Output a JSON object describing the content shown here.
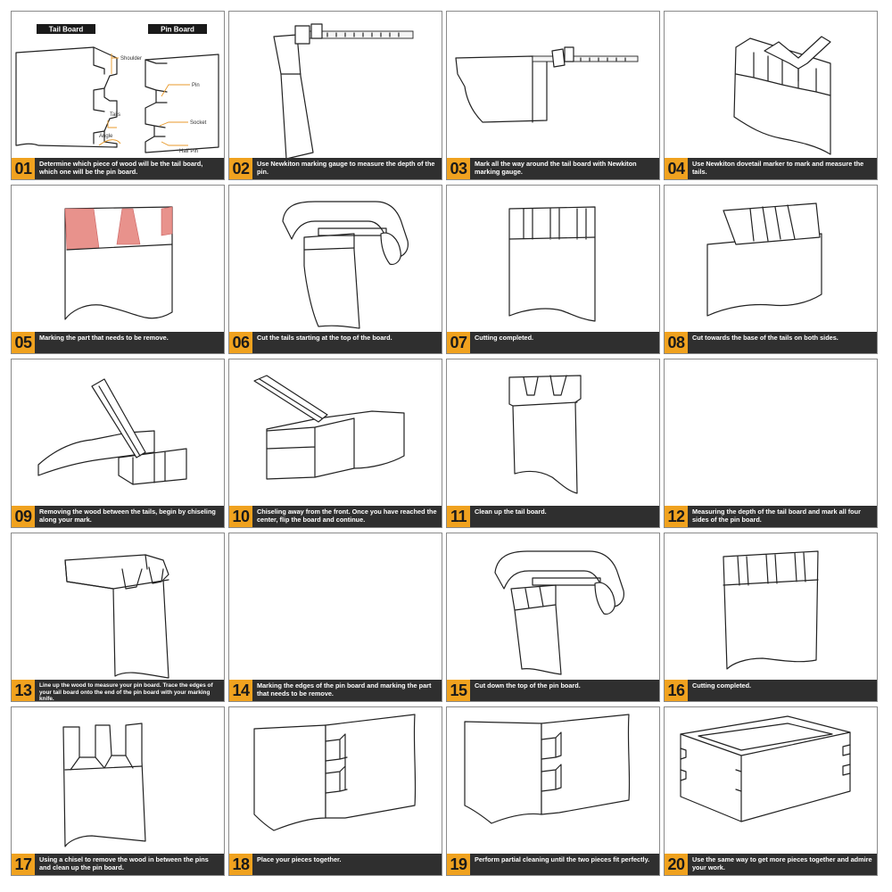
{
  "colors": {
    "accent": "#f0a21f",
    "caption_bg": "#2f2f2f",
    "mark_red": "#e8928c"
  },
  "labels": {
    "tail_board": "Tail Board",
    "pin_board": "Pin Board",
    "shoulder": "Shoulder",
    "pin": "Pin",
    "tails": "Tails",
    "socket": "Socket",
    "angle": "Angle",
    "half_pin": "Half Pin"
  },
  "steps": [
    {
      "num": "01",
      "text": "Determine which piece of wood will be the tail board, which one will be the pin board."
    },
    {
      "num": "02",
      "text": "Use Newkiton marking gauge to measure the depth of the pin."
    },
    {
      "num": "03",
      "text": "Mark all the way around the tail board with Newkiton marking gauge."
    },
    {
      "num": "04",
      "text": "Use Newkiton dovetail marker to mark and measure the tails."
    },
    {
      "num": "05",
      "text": "Marking the part that needs to be remove."
    },
    {
      "num": "06",
      "text": "Cut the tails starting at the top of the board."
    },
    {
      "num": "07",
      "text": "Cutting completed."
    },
    {
      "num": "08",
      "text": "Cut towards the base of the tails on both sides."
    },
    {
      "num": "09",
      "text": "Removing the wood between the tails, begin by chiseling along your mark."
    },
    {
      "num": "10",
      "text": "Chiseling away from the front. Once you have reached the center, flip the board and continue."
    },
    {
      "num": "11",
      "text": "Clean up the tail board."
    },
    {
      "num": "12",
      "text": "Measuring the depth of the tail board and mark all four sides of the pin board."
    },
    {
      "num": "13",
      "text": "Line up the wood to measure your pin board. Trace the edges of your tail board onto the end of the pin board with your marking knife."
    },
    {
      "num": "14",
      "text": "Marking the edges of the pin board and marking the part that needs to be remove."
    },
    {
      "num": "15",
      "text": "Cut down the top of the pin board."
    },
    {
      "num": "16",
      "text": "Cutting completed."
    },
    {
      "num": "17",
      "text": "Using a chisel to remove the wood in between the pins and clean up the pin board."
    },
    {
      "num": "18",
      "text": "Place your pieces together."
    },
    {
      "num": "19",
      "text": "Perform partial cleaning until the two pieces fit perfectly."
    },
    {
      "num": "20",
      "text": "Use the same way to get more pieces together and admire your work."
    }
  ]
}
